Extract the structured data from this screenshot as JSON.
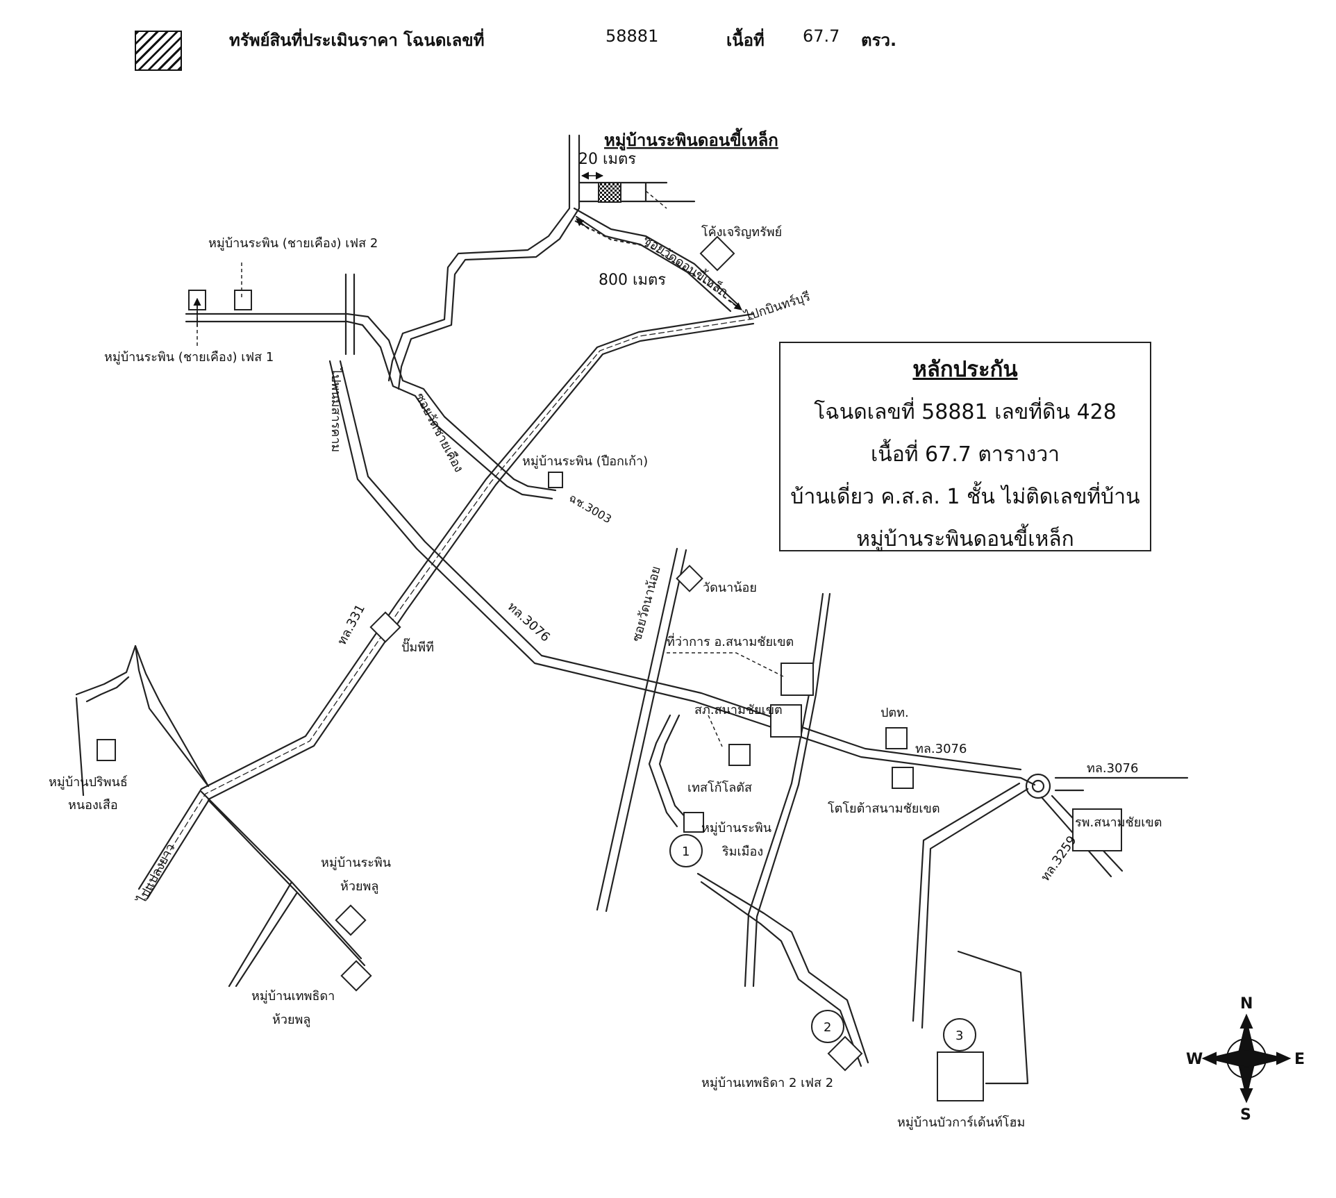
{
  "header": {
    "legend_label": "ทรัพย์สินที่ประเมินราคา โฉนดเลขที่",
    "deed_number": "58881",
    "area_label": "เนื้อที่",
    "area_value": "67.7",
    "area_unit": "ตรว."
  },
  "info_box": {
    "title": "หลักประกัน",
    "line1": "โฉนดเลขที่ 58881 เลขที่ดิน 428",
    "line2": "เนื้อที่ 67.7  ตารางวา",
    "line3": "บ้านเดี่ยว ค.ส.ล. 1 ชั้น ไม่ติดเลขที่บ้าน",
    "line4": "หมู่บ้านระพินดอนขี้เหล็ก"
  },
  "map_labels": {
    "village_title": "หมู่บ้านระพินดอนขี้เหล็ก",
    "dist_20": "20 เมตร",
    "dist_800": "800 เมตร",
    "soi_don": "ซอยวัดดอนขี้เหล็ก",
    "to_kabin": "ไปกบินทร์บุรี",
    "kong_charoen": "โค้งเจริญทรัพย์",
    "phase2": "หมู่บ้านระพิน (ชายเคือง) เฟส 2",
    "phase1": "หมู่บ้านระพิน (ชายเคือง) เฟส 1",
    "to_phanom": "ไปพนมสารคาม",
    "soi_chai": "ซอยวัดชายเคือง",
    "pueak": "หมู่บ้านระพิน (ปือกเก้า)",
    "chs3003": "ฉช.3003",
    "wat_na_noi": "วัดนาน้อย",
    "soi_na_noi": "ซอยวัดนาน้อย",
    "district_office": "ที่ว่าการ อ.สนามชัยเขต",
    "police": "สภ.สนามชัยเขต",
    "ptt": "ปตท.",
    "rd3076_a": "ทล.3076",
    "rd3076_b": "ทล.3076",
    "rd3076_c": "ทล.3076",
    "rd331": "ทล.331",
    "pump": "ปั๊มพีที",
    "tesco": "เทสโก้โลตัส",
    "toyota": "โตโยต้าสนามชัยเขต",
    "hospital": "รพ.สนามชัยเขต",
    "rd3259": "ทล.3259",
    "rapin_rim": "หมู่บ้านระพิน",
    "rapin_rim2": "ริมเมือง",
    "circle1": "1",
    "circle2": "2",
    "circle3": "3",
    "to_plaeng": "ไปแปลงยาว",
    "pariphon": "หมู่บ้านปริพนธ์",
    "nong_suea": "หนองเสือ",
    "rapin_huai": "หมู่บ้านระพิน",
    "huai_phlu1": "ห้วยพลู",
    "thep_huai": "หมู่บ้านเทพธิดา",
    "huai_phlu2": "ห้วยพลู",
    "thep2": "หมู่บ้านเทพธิดา 2 เฟส 2",
    "bua_garden": "หมู่บ้านบัวการ์เด้นท์โฮม"
  },
  "compass": {
    "n": "N",
    "s": "S",
    "e": "E",
    "w": "W"
  }
}
